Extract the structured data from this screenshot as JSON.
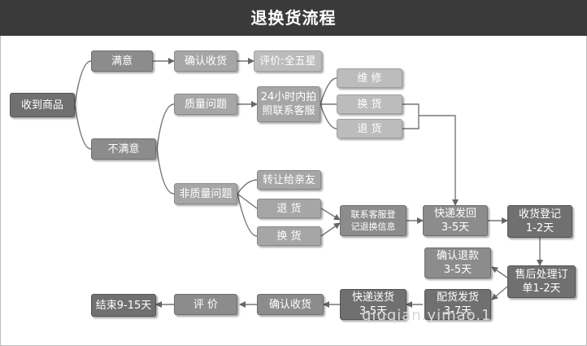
{
  "title": "退换货流程",
  "nodes": {
    "receive": "收到商品",
    "satisfied": "满意",
    "confirm_receipt_top": "确认收货",
    "rate_five": "评价:全五星",
    "unsatisfied": "不满意",
    "quality_issue": "质量问题",
    "contact_24h": "24小时内拍\n照联系客服",
    "repair": "维  修",
    "exchange_top": "换  货",
    "return_top": "退  货",
    "non_quality_issue": "非质量问题",
    "transfer_friend": "转让给亲友",
    "return_mid": "退  货",
    "exchange_mid": "换  货",
    "contact_cs_register": "联系客服登\n记退换信息",
    "express_return": "快递发回\n3-5天",
    "receipt_register": "收货登记\n1-2天",
    "refund_confirm": "确认退款\n3-5天",
    "aftersale_process": "售后处理订\n单1-2天",
    "ship_goods": "配货发货\n3-7天",
    "express_deliver": "快递送货\n3-5天",
    "confirm_receipt_bottom": "确认收货",
    "rate": "评  价",
    "end": "结束9-15天"
  },
  "watermark": "qiuqian.yimao.1"
}
